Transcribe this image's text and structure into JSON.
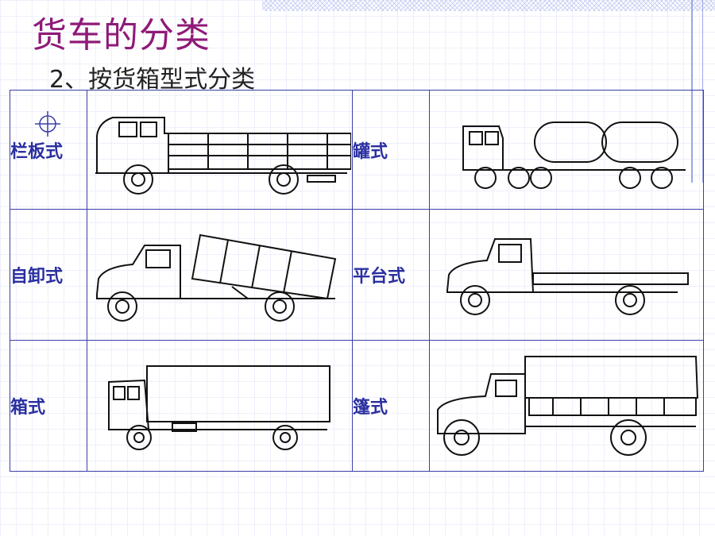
{
  "title": "货车的分类",
  "subtitle": "2、按货箱型式分类",
  "rows": [
    {
      "left": "栏板式",
      "right": "罐式"
    },
    {
      "left": "自卸式",
      "right": "平台式"
    },
    {
      "left": "箱式",
      "right": "篷式"
    }
  ],
  "colors": {
    "title": "#8f1a78",
    "label": "#2a2fa0",
    "grid": "#3a3fa8"
  }
}
